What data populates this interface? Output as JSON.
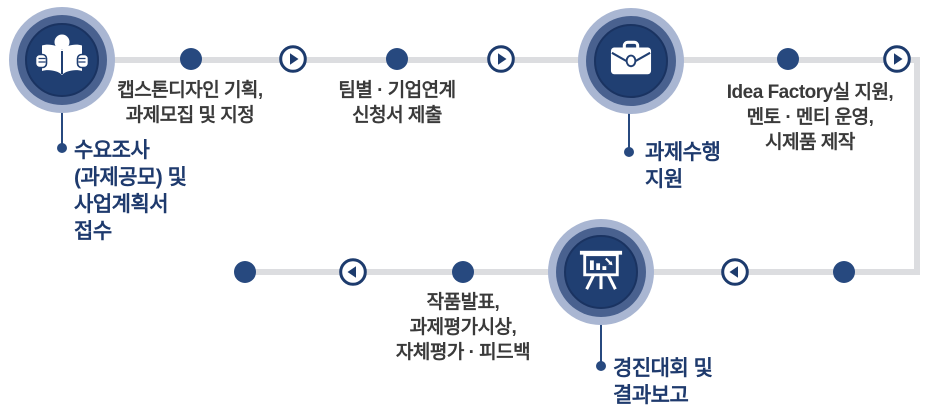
{
  "diagram": {
    "type": "process-flow",
    "steps_top": [
      {
        "id": "planning",
        "label": "캡스톤디자인 기획,\n과제모집 및 지정"
      },
      {
        "id": "application",
        "label": "팀별 · 기업연계\n신청서 제출"
      },
      {
        "id": "support",
        "label": "Idea Factory실 지원,\n멘토 · 멘티 운영,\n시제품 제작"
      }
    ],
    "steps_bottom": [
      {
        "id": "evaluation",
        "label": "작품발표,\n과제평가시상,\n자체평가 · 피드백"
      }
    ],
    "milestones": [
      {
        "id": "survey",
        "icon": "reading-book-icon",
        "label": "수요조사\n(과제공모) 및\n사업계획서\n접수"
      },
      {
        "id": "execution",
        "icon": "briefcase-icon",
        "label": "과제수행\n지원"
      },
      {
        "id": "report",
        "icon": "presentation-chart-icon",
        "label": "경진대회 및\n결과보고"
      }
    ],
    "colors": {
      "track_gray": "#dcdde0",
      "node_disc_navy": "#203f72",
      "node_ring_mid": "#49618f",
      "node_ring_light": "#a9b6d2",
      "dot_navy": "#27497f",
      "arrow_navy": "#1d3b6d",
      "step_text": "#3a3a3a",
      "milestone_text": "#1e3a6d"
    }
  }
}
